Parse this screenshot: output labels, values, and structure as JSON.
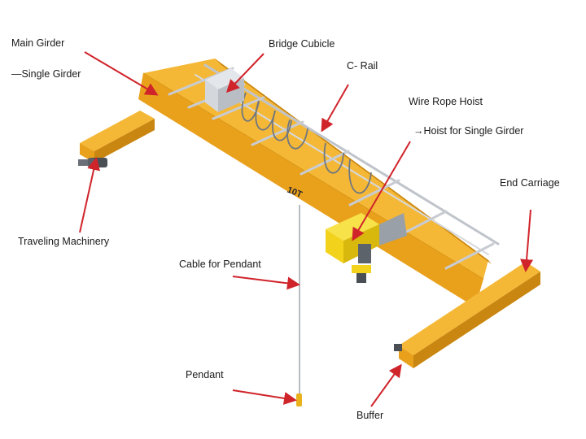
{
  "labels": {
    "main_girder": "Main Girder",
    "single_girder": "—Single Girder",
    "bridge_cubicle": "Bridge Cubicle",
    "c_rail": "C- Rail",
    "wire_rope_hoist": "Wire Rope Hoist",
    "hoist_single_girder": "→Hoist for Single Girder",
    "end_carriage": "End Carriage",
    "traveling_machinery": "Traveling Machinery",
    "cable_for_pendant": "Cable for Pendant",
    "pendant": "Pendant",
    "buffer": "Buffer"
  },
  "capacity_mark": "10T",
  "colors": {
    "girder_top": "#f5b836",
    "girder_front": "#e9a11c",
    "girder_dark": "#c98610",
    "hoist": "#f3d21b",
    "rail": "#c8ccd2",
    "arrow": "#d0242b",
    "text": "#1a1a1a"
  }
}
